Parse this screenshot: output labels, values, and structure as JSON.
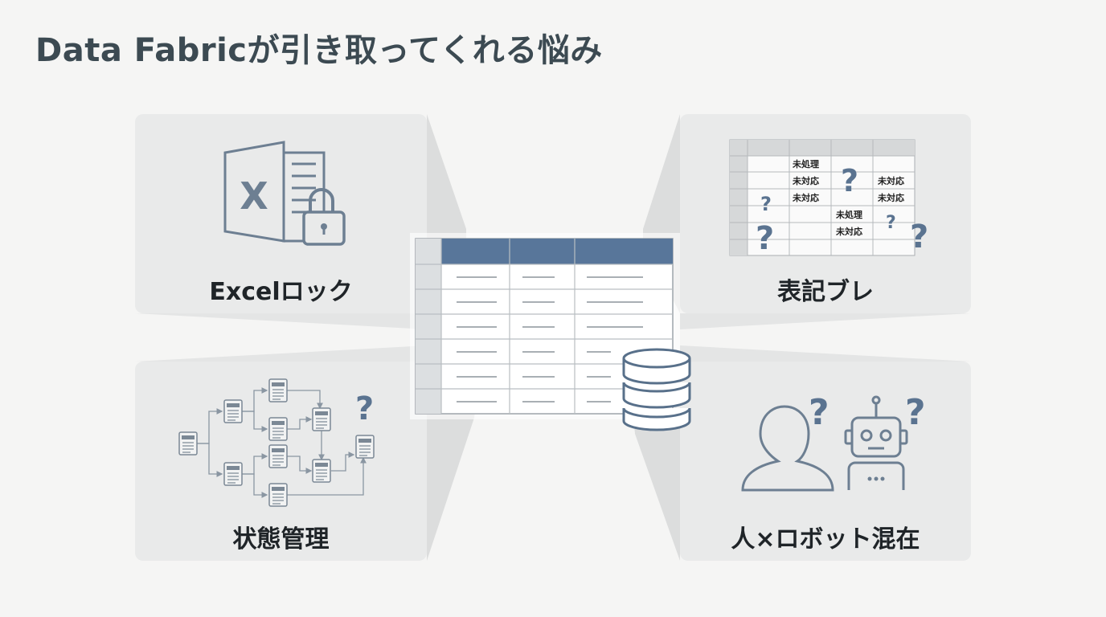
{
  "title": "Data Fabricが引き取ってくれる悩み",
  "panels": {
    "excel_lock": {
      "label": "Excelロック",
      "icon_letter": "X"
    },
    "notation": {
      "label": "表記ブレ",
      "cells": [
        "未処理",
        "未対応",
        "未対応",
        "未対応",
        "未対応",
        "未処理",
        "未対応"
      ],
      "question_mark": "?"
    },
    "state": {
      "label": "状態管理",
      "question_mark": "?"
    },
    "human_robot": {
      "label": "人×ロボット混在",
      "question_mark": "?"
    }
  },
  "colors": {
    "accent": "#5a7390",
    "header": "#58769a",
    "icon_stroke": "#6d7f92",
    "panel_bg": "#e9eaea",
    "title": "#3c4a52"
  }
}
